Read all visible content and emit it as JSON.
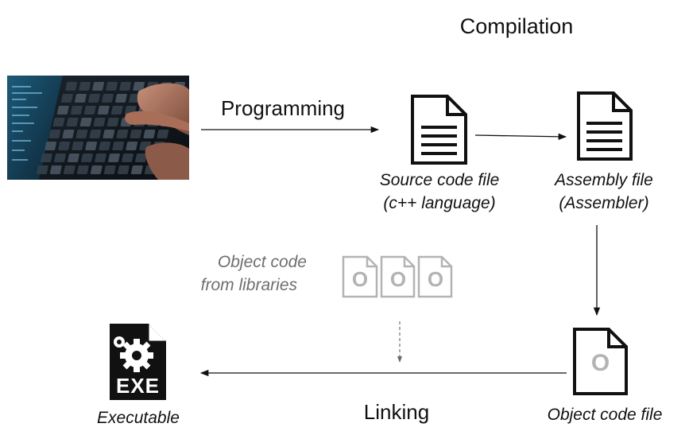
{
  "title": "Compilation",
  "steps": {
    "programming": "Programming",
    "linking": "Linking"
  },
  "files": {
    "source": {
      "line1": "Source code file",
      "line2": "(c++ language)"
    },
    "assembly": {
      "line1": "Assembly file",
      "line2": "(Assembler)"
    },
    "object": {
      "label": "Object code file",
      "glyph": "O"
    },
    "libraries": {
      "line1": "Object code",
      "line2": "from libraries",
      "glyph": "O"
    },
    "executable": {
      "label": "Executable",
      "glyph": "EXE"
    }
  },
  "icons": {
    "photo": "laptop-keyboard-typing-photo",
    "document": "document-icon",
    "gear": "gear-icon"
  },
  "colors": {
    "text": "#111111",
    "muted": "#6e6e6e",
    "library_icon": "#b3b3b3",
    "arrow": "#111111"
  }
}
